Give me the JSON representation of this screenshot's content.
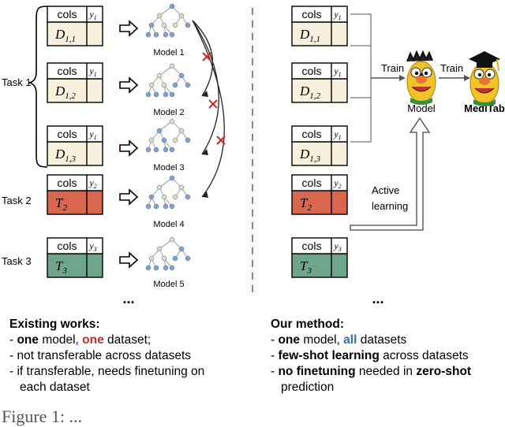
{
  "tables": {
    "cols_label": "cols",
    "y_labels": [
      "y1",
      "y1",
      "y1",
      "y2",
      "y3"
    ],
    "data_labels": [
      "D1,1",
      "D1,2",
      "D1,3",
      "T2",
      "T3"
    ]
  },
  "task_labels": [
    "Task 1",
    "Task 2",
    "Task 3"
  ],
  "model_labels": [
    "Model 1",
    "Model 2",
    "Model 3",
    "Model 4",
    "Model 5"
  ],
  "ellipsis": "...",
  "right": {
    "train_1": "Train",
    "train_2": "Train",
    "model_label": "Model",
    "meditab_label": "MediTab",
    "active_line1": "Active",
    "active_line2": "learning"
  },
  "existing": {
    "heading": "Existing works:",
    "line1": [
      "- ",
      "one",
      " model, ",
      "one",
      " dataset;"
    ],
    "line2": "-   not transferable across datasets",
    "line3": "-   if transferable, needs finetuning on",
    "line4": "    each dataset"
  },
  "ours": {
    "heading": "Our method:",
    "line1": [
      "- ",
      "one",
      " model, ",
      "all",
      " datasets"
    ],
    "line2": [
      "- ",
      "few-shot learning",
      " across datasets"
    ],
    "line3": [
      "- ",
      "no finetuning",
      " needed in ",
      "zero-shot"
    ],
    "line4": "  prediction"
  },
  "caption": "Figure 1: ...",
  "colors": {
    "table_beige": "#f8f0dc",
    "table_red": "#d9674f",
    "table_green": "#6fa58a",
    "cross_red": "#d62728",
    "node_blue": "#7ea1dc",
    "node_grey": "#d5dfc8"
  }
}
